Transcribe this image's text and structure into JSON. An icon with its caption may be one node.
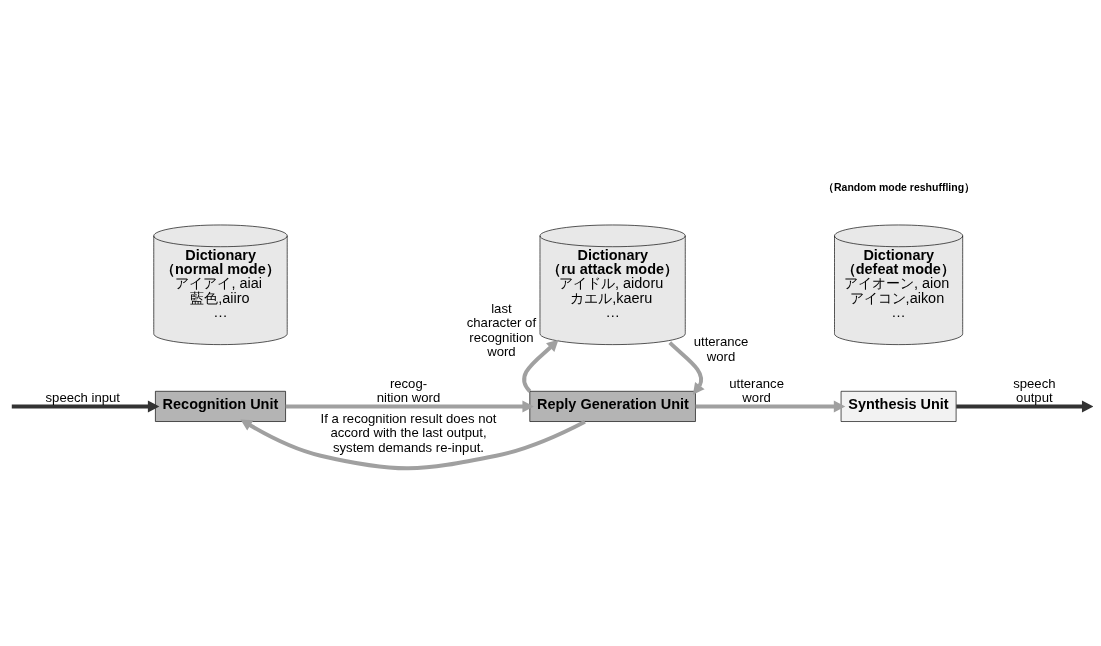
{
  "diagram": {
    "nodes": [
      {
        "text": [
          "Dictionary",
          "（normal mode）",
          "アイアイ, aiai",
          "藍色,aiiro",
          "…"
        ]
      },
      {
        "text": [
          "Dictionary",
          "（ru attack mode）",
          "アイドル, aidoru",
          "カエル,kaeru",
          "…"
        ]
      },
      {
        "text": [
          "Dictionary",
          "（defeat mode）",
          "アイオーン, aion",
          "アイコン,aikon",
          "…"
        ]
      },
      {
        "text": [
          "Recognition Unit"
        ]
      },
      {
        "text": [
          "Reply Generation Unit"
        ]
      },
      {
        "text": [
          "Synthesis Unit"
        ]
      }
    ],
    "edges": [
      {
        "from": null,
        "to": 3,
        "arrow": "to",
        "label": "speech input",
        "color": "#333333"
      },
      {
        "from": 3,
        "to": 4,
        "arrow": "to",
        "label": "recog- nition word"
      },
      {
        "from": 4,
        "to": 1,
        "arrow": "to",
        "label": "last character of recognition word"
      },
      {
        "from": 1,
        "to": 4,
        "arrow": "to",
        "label": "utterance word"
      },
      {
        "from": 4,
        "to": 5,
        "arrow": "to",
        "label": "utterance word"
      },
      {
        "from": 5,
        "to": null,
        "arrow": "to",
        "label": "speech output",
        "color": "#333333"
      },
      {
        "from": 4,
        "to": 3,
        "arrow": "to",
        "label": "If a recognition result does not accord with the last output, system demands re-input."
      }
    ],
    "labels": [
      "（Random mode reshuffling）"
    ]
  }
}
